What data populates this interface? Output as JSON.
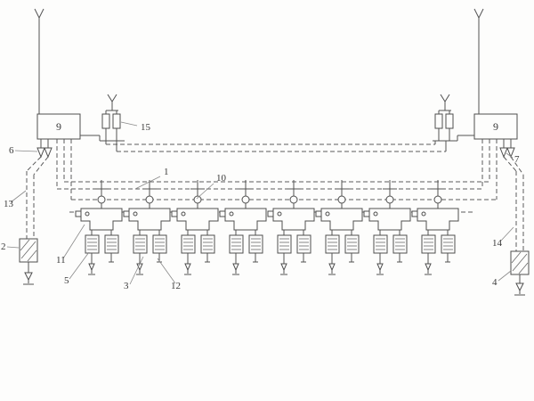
{
  "figure": {
    "unit_count": 8,
    "labels": {
      "n1": "1",
      "n2": "2",
      "n3": "3",
      "n4": "4",
      "n5": "5",
      "n6": "6",
      "n7": "7",
      "n9_left": "9",
      "n9_right": "9",
      "n10": "10",
      "n11": "11",
      "n12": "12",
      "n13": "13",
      "n14": "14",
      "n15": "15"
    }
  }
}
